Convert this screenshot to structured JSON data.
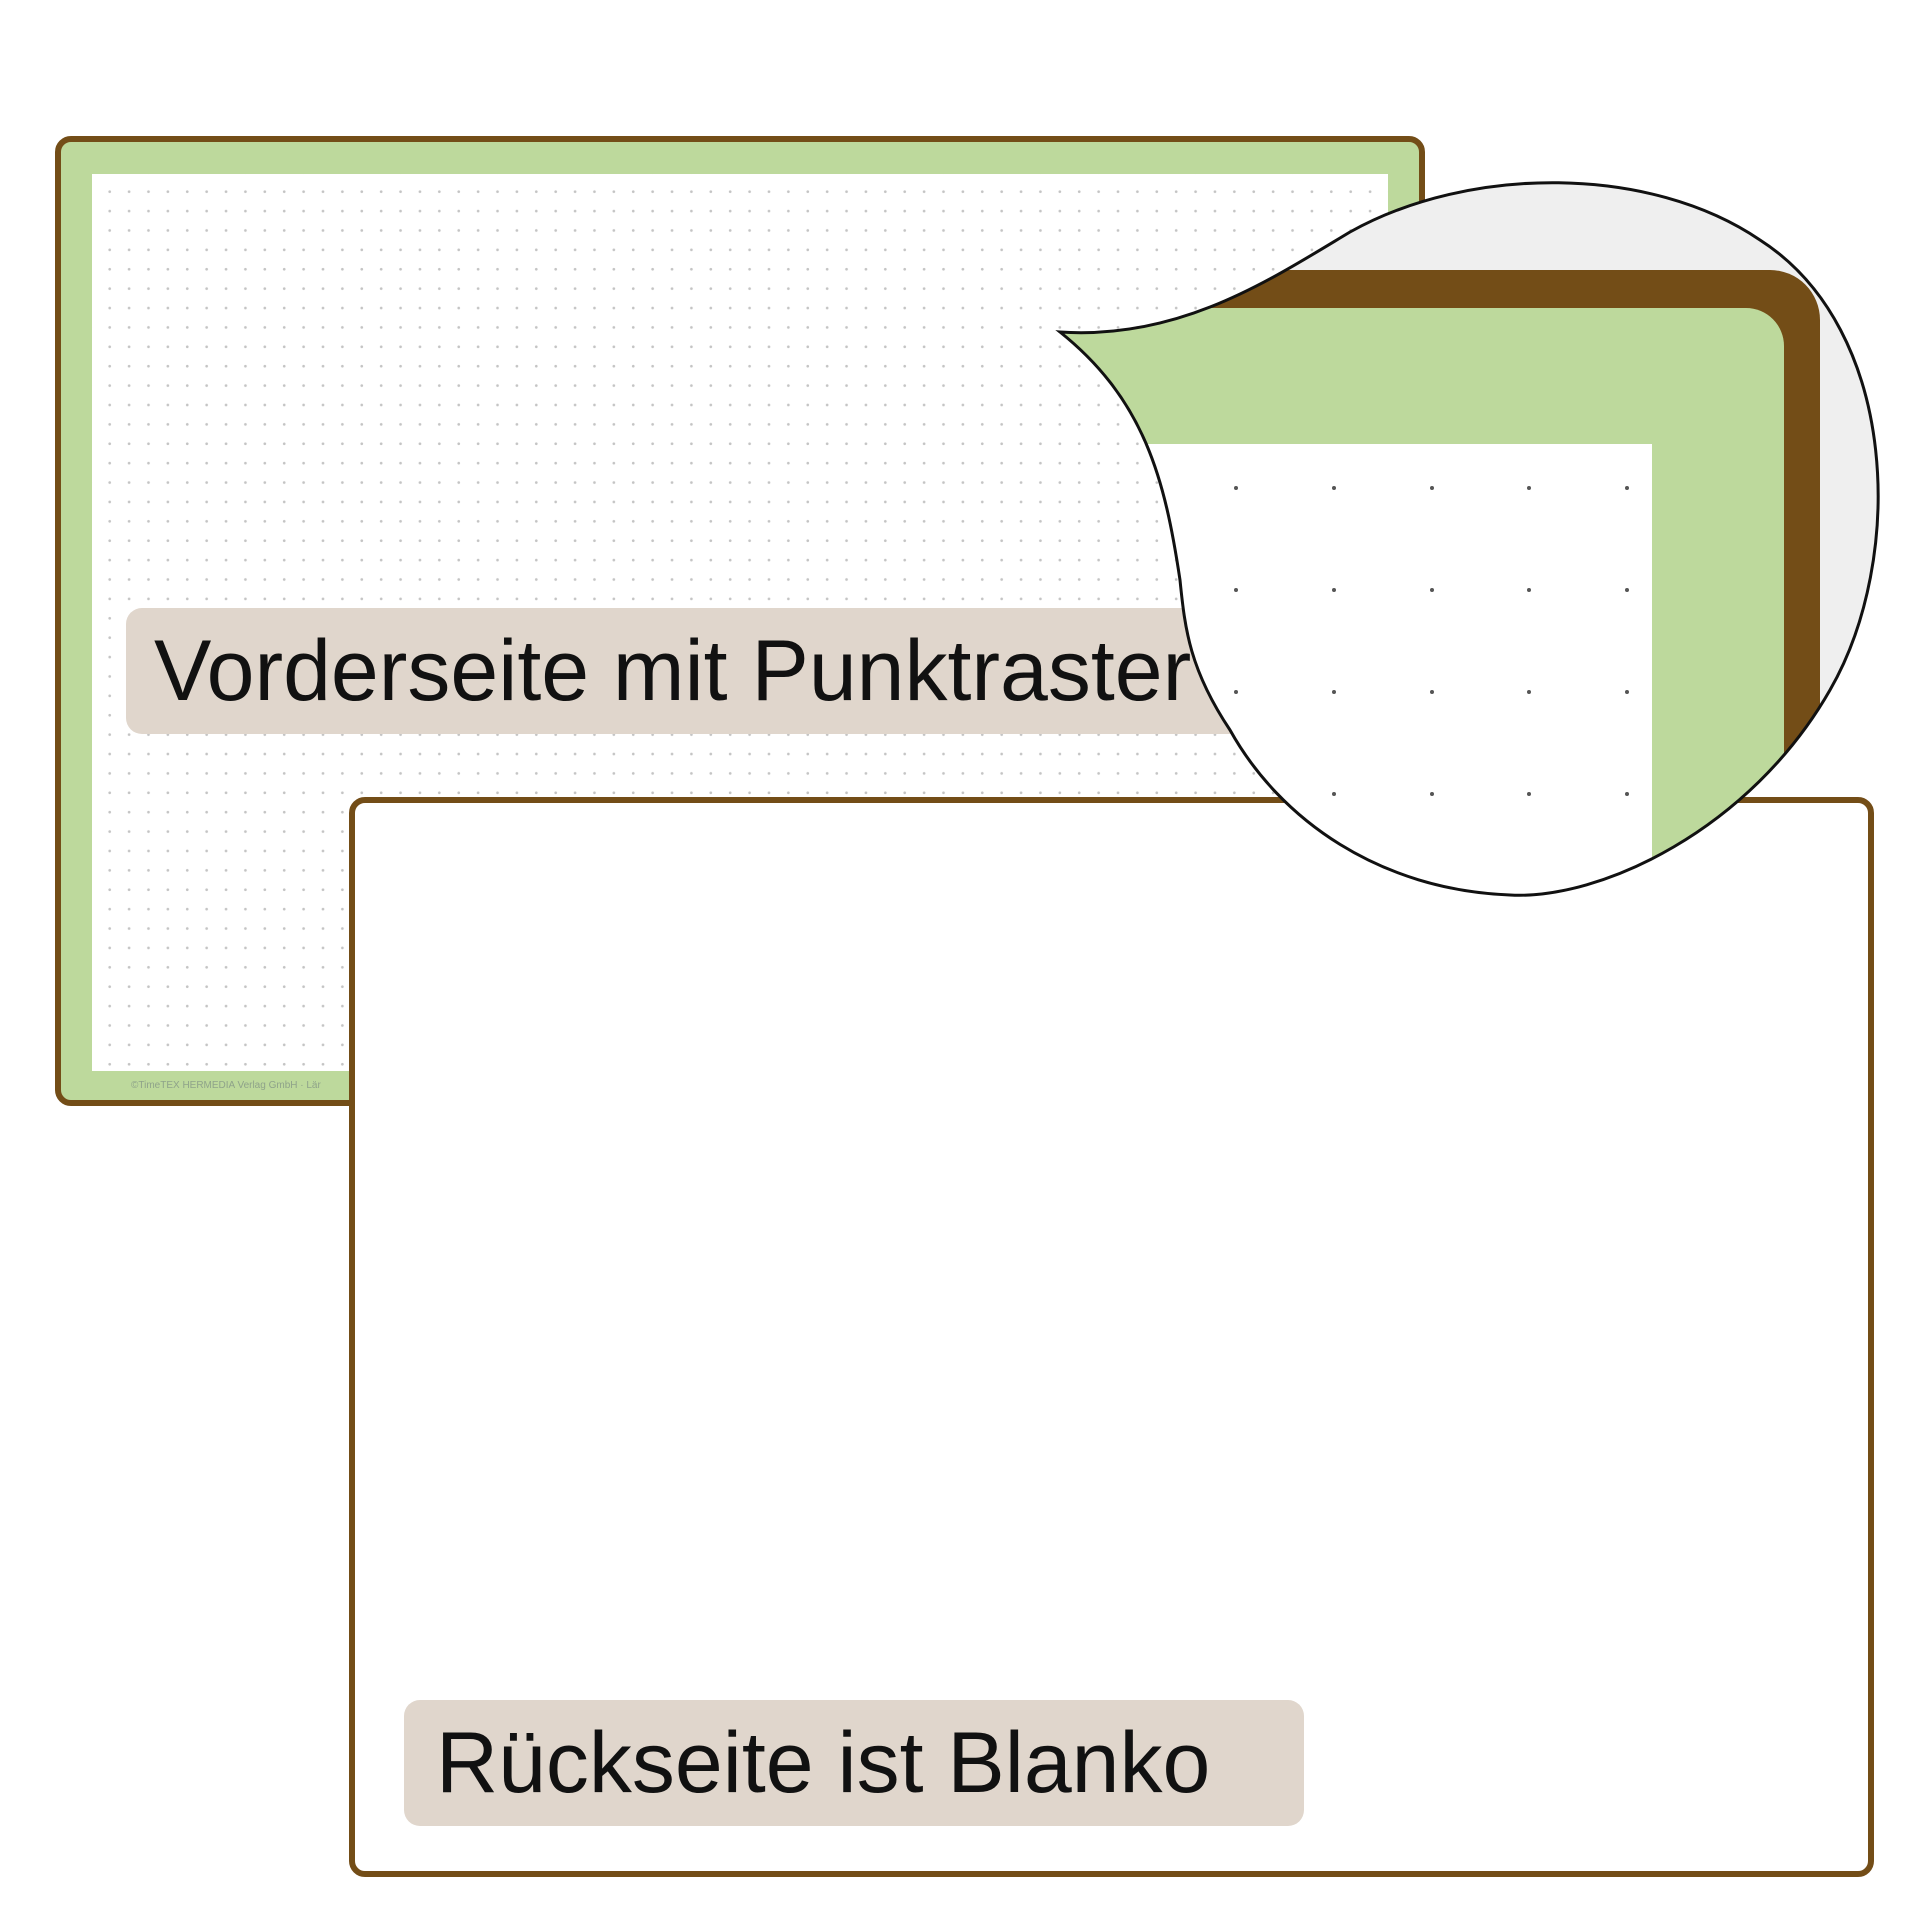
{
  "front": {
    "label": "Vorderseite mit Punktraster",
    "footer": "©TimeTEX HERMEDIA Verlag GmbH · Lär"
  },
  "back": {
    "label": "Rückseite ist Blanko"
  },
  "colors": {
    "frame": "#734d17",
    "accent_green": "#bdd99c",
    "label_bg": "#e0d6cc",
    "dot": "#c4c4c4"
  },
  "icons": {
    "magnifier": "zoom-callout-icon"
  }
}
